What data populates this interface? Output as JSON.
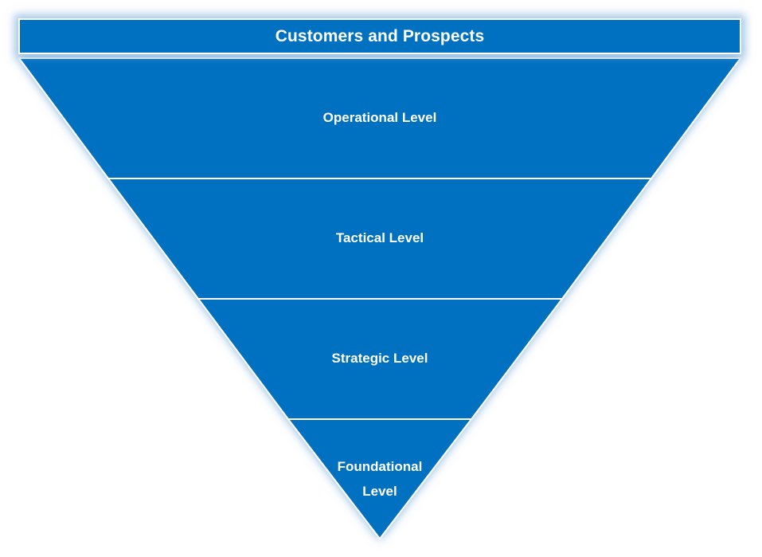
{
  "header": {
    "title": "Customers and Prospects"
  },
  "levels": [
    {
      "lines": [
        "Operational Level"
      ]
    },
    {
      "lines": [
        "Tactical Level"
      ]
    },
    {
      "lines": [
        "Strategic Level"
      ]
    },
    {
      "lines": [
        "Foundational",
        "Level"
      ]
    }
  ],
  "colors": {
    "fill": "#0070c0",
    "divider": "#ffffff",
    "glow": "#5b9bd5",
    "text": "#ffffff"
  }
}
